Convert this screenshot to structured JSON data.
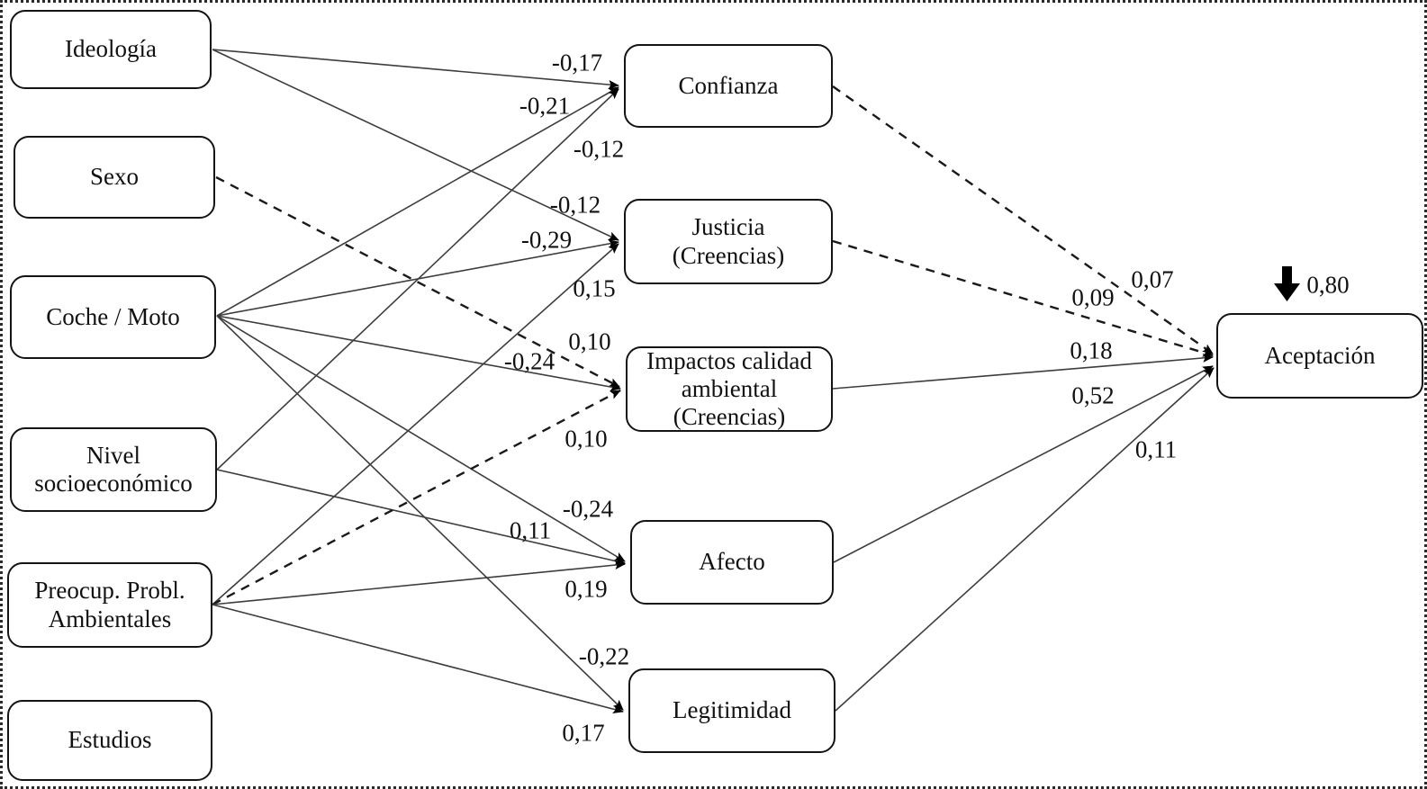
{
  "diagram": {
    "type": "path-model",
    "background_color": "#ffffff",
    "border_style": "dotted",
    "box_border_color": "#141414",
    "solid_line_color": "#3d3d3d",
    "dashed_line_color": "#1a1a1a",
    "nodes": {
      "ideologia": {
        "label": "Ideología"
      },
      "sexo": {
        "label": "Sexo"
      },
      "coche_moto": {
        "label": "Coche / Moto"
      },
      "nivel": {
        "label": "Nivel socioeconómico"
      },
      "preocup": {
        "label": "Preocup. Probl. Ambientales"
      },
      "estudios": {
        "label": "Estudios"
      },
      "confianza": {
        "label": "Confianza"
      },
      "justicia": {
        "label": "Justicia (Creencias)"
      },
      "impactos": {
        "label": "Impactos calidad ambiental (Creencias)"
      },
      "afecto": {
        "label": "Afecto"
      },
      "legitimidad": {
        "label": "Legitimidad"
      },
      "aceptacion": {
        "label": "Aceptación"
      }
    },
    "edges": [
      {
        "from": "ideologia",
        "to": "confianza",
        "label": "-0,17",
        "style": "solid"
      },
      {
        "from": "ideologia",
        "to": "justicia",
        "label": "-0,12",
        "style": "solid"
      },
      {
        "from": "sexo",
        "to": "impactos",
        "label": "0,10",
        "style": "dashed"
      },
      {
        "from": "coche_moto",
        "to": "confianza",
        "label": "-0,21",
        "style": "solid"
      },
      {
        "from": "coche_moto",
        "to": "justicia",
        "label": "-0,29",
        "style": "solid"
      },
      {
        "from": "coche_moto",
        "to": "impactos",
        "label": "-0,24",
        "style": "solid"
      },
      {
        "from": "coche_moto",
        "to": "afecto",
        "label": "-0,24",
        "style": "solid"
      },
      {
        "from": "coche_moto",
        "to": "legitimidad",
        "label": "-0,22",
        "style": "solid"
      },
      {
        "from": "nivel",
        "to": "confianza",
        "label": "-0,12",
        "style": "solid"
      },
      {
        "from": "nivel",
        "to": "afecto",
        "label": "0,11",
        "style": "solid"
      },
      {
        "from": "preocup",
        "to": "justicia",
        "label": "0,15",
        "style": "solid"
      },
      {
        "from": "preocup",
        "to": "impactos",
        "label": "0,10",
        "style": "dashed"
      },
      {
        "from": "preocup",
        "to": "afecto",
        "label": "0,19",
        "style": "solid"
      },
      {
        "from": "preocup",
        "to": "legitimidad",
        "label": "0,17",
        "style": "solid"
      },
      {
        "from": "confianza",
        "to": "aceptacion",
        "label": "0,07",
        "style": "dashed"
      },
      {
        "from": "justicia",
        "to": "aceptacion",
        "label": "0,09",
        "style": "dashed"
      },
      {
        "from": "impactos",
        "to": "aceptacion",
        "label": "0,18",
        "style": "solid"
      },
      {
        "from": "afecto",
        "to": "aceptacion",
        "label": "0,52",
        "style": "solid"
      },
      {
        "from": "legitimidad",
        "to": "aceptacion",
        "label": "0,11",
        "style": "solid"
      }
    ],
    "r2": {
      "target": "aceptacion",
      "value": "0,80"
    }
  }
}
